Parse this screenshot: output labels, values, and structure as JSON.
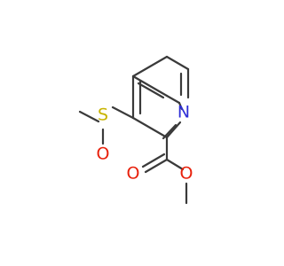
{
  "molecule": {
    "atoms": {
      "nitrogen": "N",
      "sulfur": "S",
      "sulfoxide_oxygen": "O",
      "carbonyl_oxygen": "O",
      "ester_oxygen": "O"
    },
    "colors": {
      "bond": "#3a3a3a",
      "nitrogen": "#2d2dd6",
      "sulfur": "#c8b400",
      "oxygen": "#e8210c"
    }
  }
}
